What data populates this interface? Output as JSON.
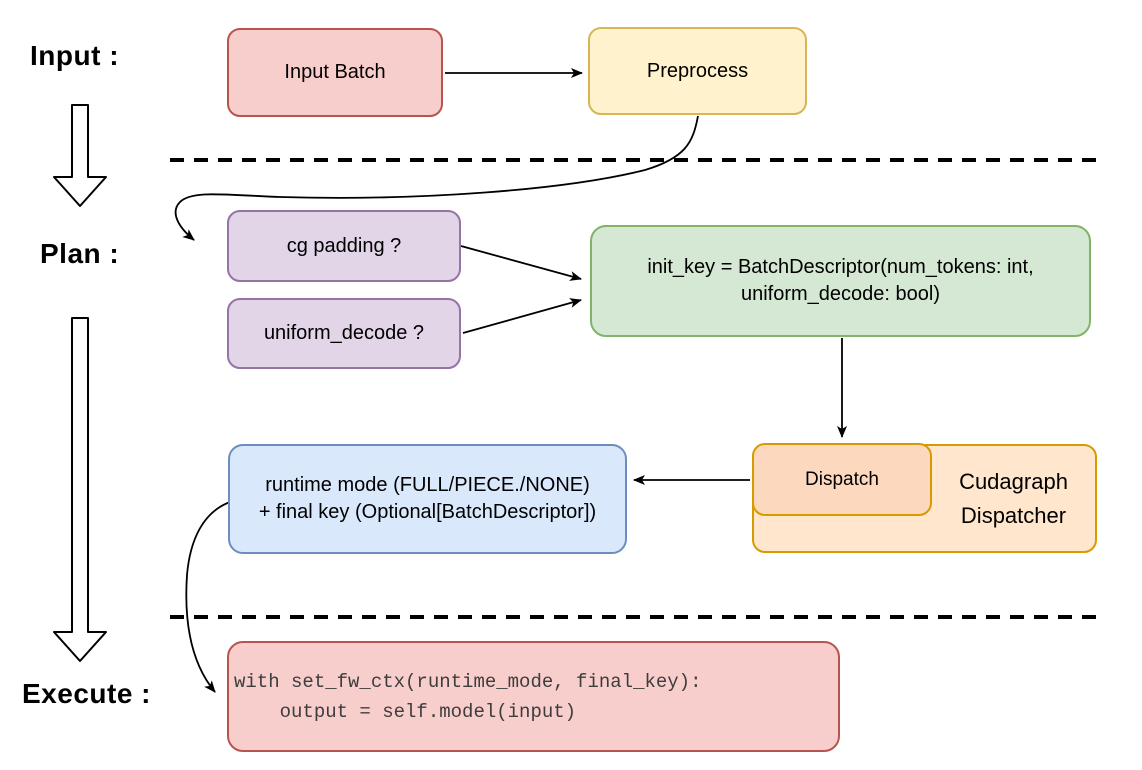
{
  "diagram": {
    "stage_labels": {
      "input": "Input :",
      "plan": "Plan :",
      "execute": "Execute :"
    },
    "nodes": {
      "input_batch": {
        "label": "Input Batch"
      },
      "preprocess": {
        "label": "Preprocess"
      },
      "cg_padding": {
        "label": "cg padding ?"
      },
      "uniform_decode": {
        "label": "uniform_decode ?"
      },
      "init_key": {
        "lines": [
          "init_key = BatchDescriptor(num_tokens: int,",
          "uniform_decode: bool)"
        ]
      },
      "dispatch": {
        "label": "Dispatch"
      },
      "cudagraph_dispatcher": {
        "lines": [
          "Cudagraph",
          "Dispatcher"
        ]
      },
      "runtime_mode": {
        "lines": [
          "runtime mode (FULL/PIECE./NONE)",
          "+ final key (Optional[BatchDescriptor])"
        ]
      },
      "execute_code": {
        "lines": [
          "with set_fw_ctx(runtime_mode, final_key):",
          "    output = self.model(input)"
        ]
      }
    },
    "colors": {
      "red_fill": "#f8cecc",
      "red_stroke": "#b85450",
      "yellow_fill": "#fff2cc",
      "yellow_stroke": "#d6b656",
      "purple_fill": "#e1d5e7",
      "purple_stroke": "#9673a6",
      "green_fill": "#d5e8d4",
      "green_stroke": "#82b366",
      "orange_fill": "#ffe6cc",
      "orange_stroke": "#d79b00",
      "peach_fill": "#fcd8bf",
      "blue_fill": "#dae8fc",
      "blue_stroke": "#6c8ebf",
      "connector": "#000000"
    }
  }
}
